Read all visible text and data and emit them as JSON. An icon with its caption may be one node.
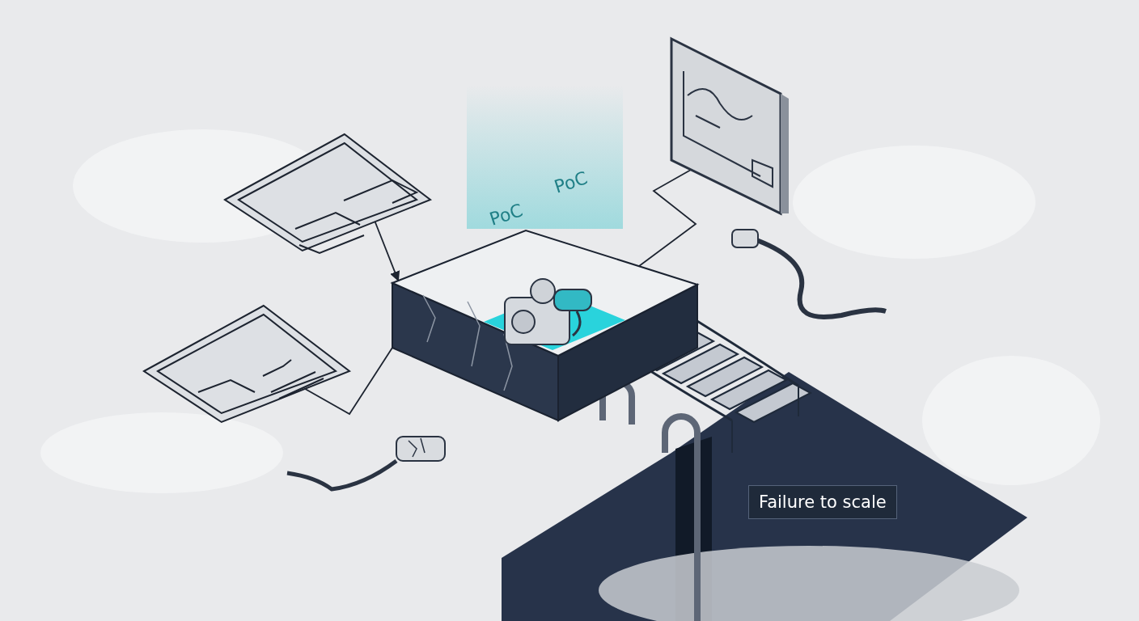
{
  "diagram": {
    "nodes": [
      {
        "text": [],
        "shape": "picture"
      },
      {
        "text": [
          "PoC",
          "PoC"
        ]
      },
      {
        "text": [],
        "shape": "picture",
        "in": 4
      },
      {
        "text": [],
        "shape": "picture"
      },
      {
        "text": [],
        "shape": "picture"
      },
      {
        "text": [],
        "shape": "picture"
      },
      {
        "text": [
          "Failure to scale"
        ]
      }
    ],
    "edges": [
      {
        "from": 0,
        "to": 4,
        "arrow": "to"
      },
      {
        "from": 3,
        "to": 2,
        "arrow": "other"
      },
      {
        "from": 5,
        "to": 4,
        "arrow": "other"
      }
    ]
  }
}
